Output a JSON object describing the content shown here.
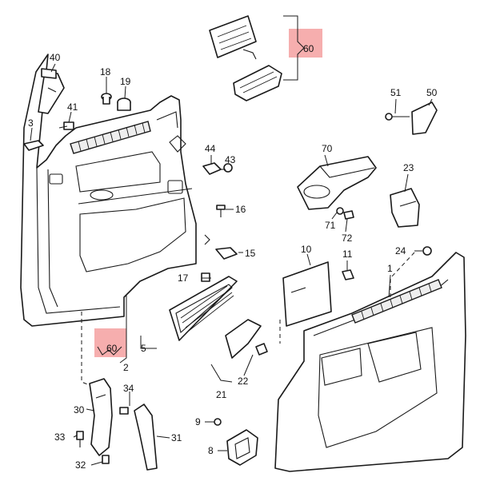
{
  "colors": {
    "line": "#1a1a1a",
    "highlight": "#f4a0a0",
    "background": "#ffffff"
  },
  "labels": {
    "l40": "40",
    "l18": "18",
    "l19": "19",
    "l41": "41",
    "l3": "3",
    "l60_top": "60",
    "l51": "51",
    "l50": "50",
    "l44": "44",
    "l43": "43",
    "l70": "70",
    "l23": "23",
    "l16": "16",
    "l71": "71",
    "l72": "72",
    "l10": "10",
    "l11": "11",
    "l24": "24",
    "l15": "15",
    "l17": "17",
    "l1": "1",
    "l60_bottom": "60",
    "l5": "5",
    "l2": "2",
    "l22": "22",
    "l21": "21",
    "l34": "34",
    "l30": "30",
    "l33": "33",
    "l31": "31",
    "l9": "9",
    "l8": "8",
    "l32": "32"
  }
}
